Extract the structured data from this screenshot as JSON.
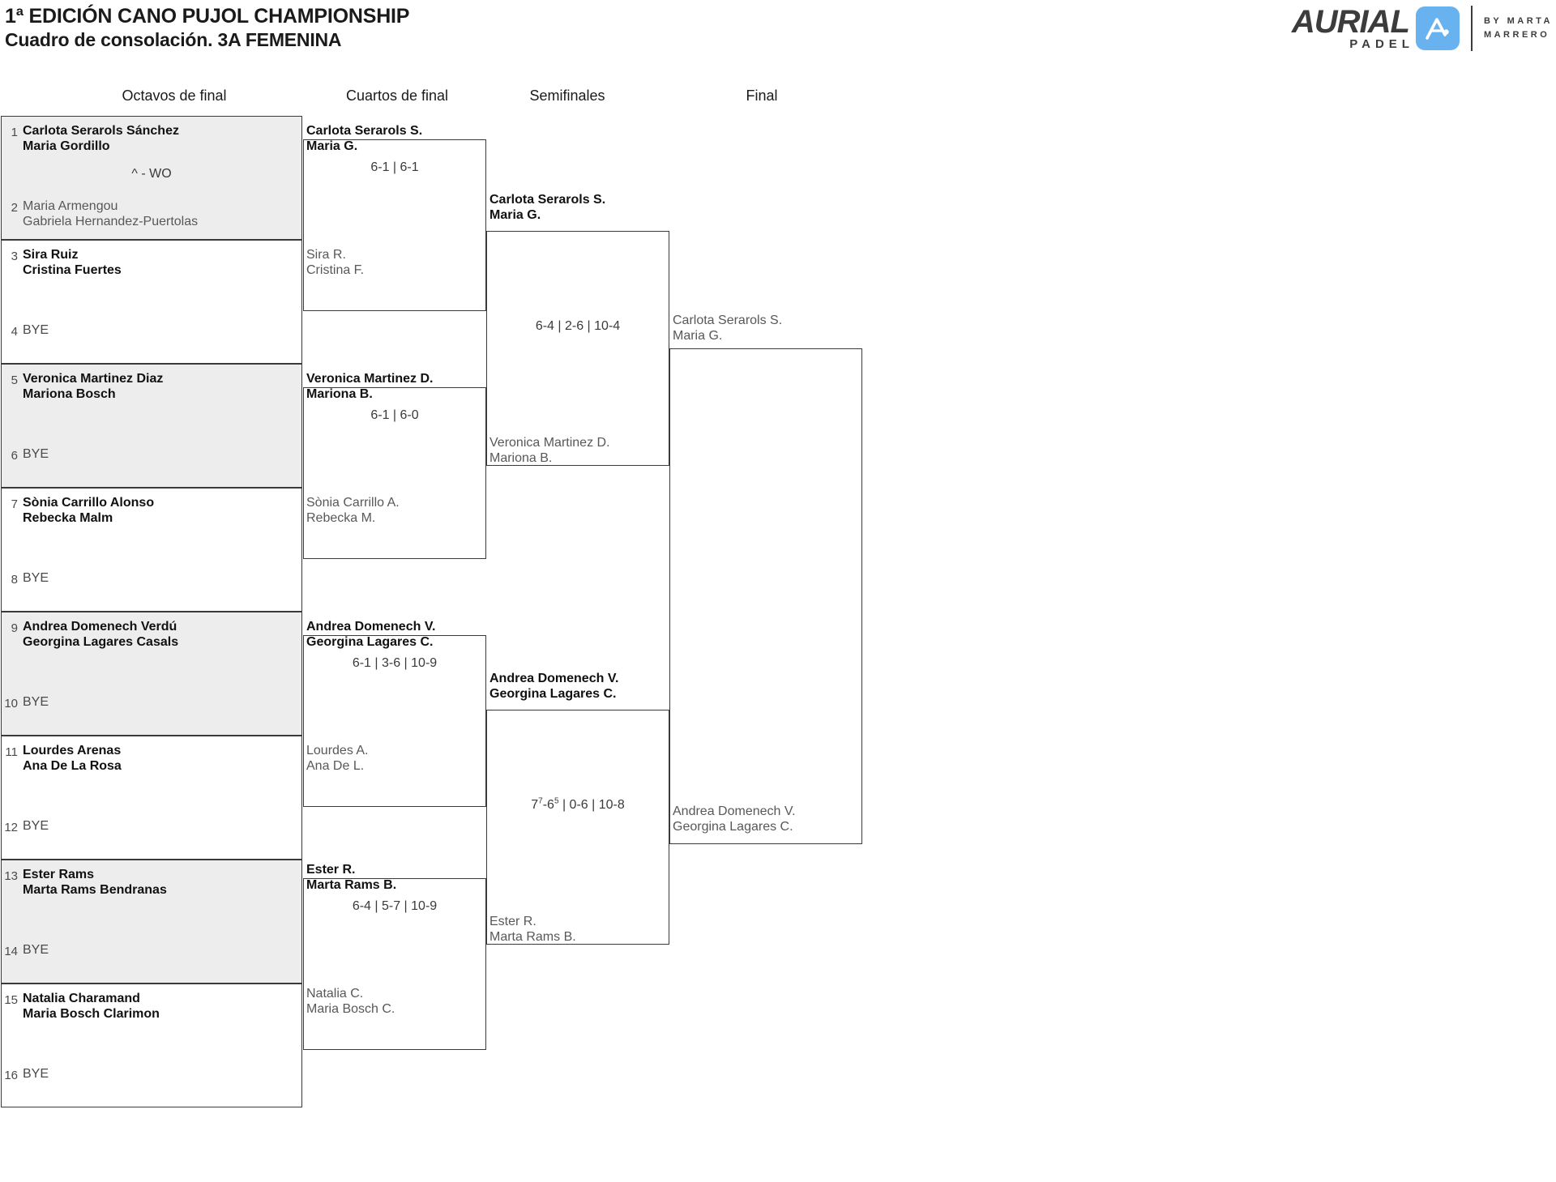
{
  "header": {
    "title_line_1": "1ª EDICIÓN CANO PUJOL CHAMPIONSHIP",
    "title_line_2": "Cuadro de consolación. 3A FEMENINA"
  },
  "logo": {
    "wordmark": "AURIAL",
    "subword": "PADEL",
    "mark_icon": "aurial-a-mark-icon",
    "by_line_1": "BY MARTA",
    "by_line_2": "MARRERO",
    "accent_color": "#67b2ef",
    "dark_color": "#3c3c3c"
  },
  "rounds": [
    {
      "label": "Octavos de final"
    },
    {
      "label": "Cuartos de final"
    },
    {
      "label": "Semifinales"
    },
    {
      "label": "Final"
    }
  ],
  "round1": {
    "slots": [
      {
        "seed": "1",
        "lines": [
          "Carlota Serarols Sánchez",
          "Maria Gordillo"
        ],
        "state": "winner"
      },
      {
        "seed": "2",
        "lines": [
          "Maria Armengou",
          "Gabriela Hernandez-Puertolas"
        ],
        "state": "loser"
      },
      {
        "seed": "3",
        "lines": [
          "Sira Ruiz",
          "Cristina Fuertes"
        ],
        "state": "winner"
      },
      {
        "seed": "4",
        "lines": [
          "BYE"
        ],
        "state": "bye"
      },
      {
        "seed": "5",
        "lines": [
          "Veronica Martinez Diaz",
          "Mariona Bosch"
        ],
        "state": "winner"
      },
      {
        "seed": "6",
        "lines": [
          "BYE"
        ],
        "state": "bye"
      },
      {
        "seed": "7",
        "lines": [
          "Sònia Carrillo Alonso",
          "Rebecka Malm"
        ],
        "state": "winner"
      },
      {
        "seed": "8",
        "lines": [
          "BYE"
        ],
        "state": "bye"
      },
      {
        "seed": "9",
        "lines": [
          "Andrea Domenech Verdú",
          "Georgina Lagares Casals"
        ],
        "state": "winner"
      },
      {
        "seed": "10",
        "lines": [
          "BYE"
        ],
        "state": "bye"
      },
      {
        "seed": "11",
        "lines": [
          "Lourdes Arenas",
          "Ana De La Rosa"
        ],
        "state": "winner"
      },
      {
        "seed": "12",
        "lines": [
          "BYE"
        ],
        "state": "bye"
      },
      {
        "seed": "13",
        "lines": [
          "Ester Rams",
          "Marta Rams Bendranas"
        ],
        "state": "winner"
      },
      {
        "seed": "14",
        "lines": [
          "BYE"
        ],
        "state": "bye"
      },
      {
        "seed": "15",
        "lines": [
          "Natalia Charamand",
          "Maria Bosch Clarimon"
        ],
        "state": "winner"
      },
      {
        "seed": "16",
        "lines": [
          "BYE"
        ],
        "state": "bye"
      }
    ],
    "scores": [
      {
        "text": "^ - WO"
      }
    ]
  },
  "round2": {
    "matches": [
      {
        "winner": [
          "Carlota Serarols S.",
          "Maria G."
        ],
        "loser": [
          "Sira R.",
          "Cristina F."
        ],
        "score": "6-1 | 6-1"
      },
      {
        "winner": [
          "Veronica Martinez D.",
          "Mariona B."
        ],
        "loser": [
          "Sònia Carrillo A.",
          "Rebecka M."
        ],
        "score": "6-1 | 6-0"
      },
      {
        "winner": [
          "Andrea Domenech V.",
          "Georgina Lagares C."
        ],
        "loser": [
          "Lourdes A.",
          "Ana De L."
        ],
        "score": "6-1 | 3-6 | 10-9"
      },
      {
        "winner": [
          "Ester R.",
          "Marta Rams B."
        ],
        "loser": [
          "Natalia C.",
          "Maria Bosch C."
        ],
        "score": "6-4 | 5-7 | 10-9"
      }
    ]
  },
  "round3": {
    "matches": [
      {
        "winner": [
          "Carlota Serarols S.",
          "Maria G."
        ],
        "loser": [
          "Veronica Martinez D.",
          "Mariona B."
        ],
        "score": "6-4 | 2-6 | 10-4",
        "score_parts": [
          {
            "t": "7"
          },
          {
            "t": "7",
            "sup": true
          },
          {
            "t": "-6"
          },
          {
            "t": "5",
            "sup": true
          }
        ]
      },
      {
        "winner": [
          "Andrea Domenech V.",
          "Georgina Lagares C."
        ],
        "loser": [
          "Ester R.",
          "Marta Rams B."
        ],
        "score": "7⁷-6⁵ | 0-6 | 10-8",
        "score_base": "7",
        "score_sup1": "7",
        "score_mid": "-6",
        "score_sup2": "5",
        "score_tail": " | 0-6 | 10-8"
      }
    ]
  },
  "round4": {
    "entries": [
      {
        "lines": [
          "Carlota Serarols S.",
          "Maria G."
        ],
        "state": "pending"
      },
      {
        "lines": [
          "Andrea Domenech V.",
          "Georgina Lagares C."
        ],
        "state": "pending"
      }
    ],
    "score": ""
  }
}
